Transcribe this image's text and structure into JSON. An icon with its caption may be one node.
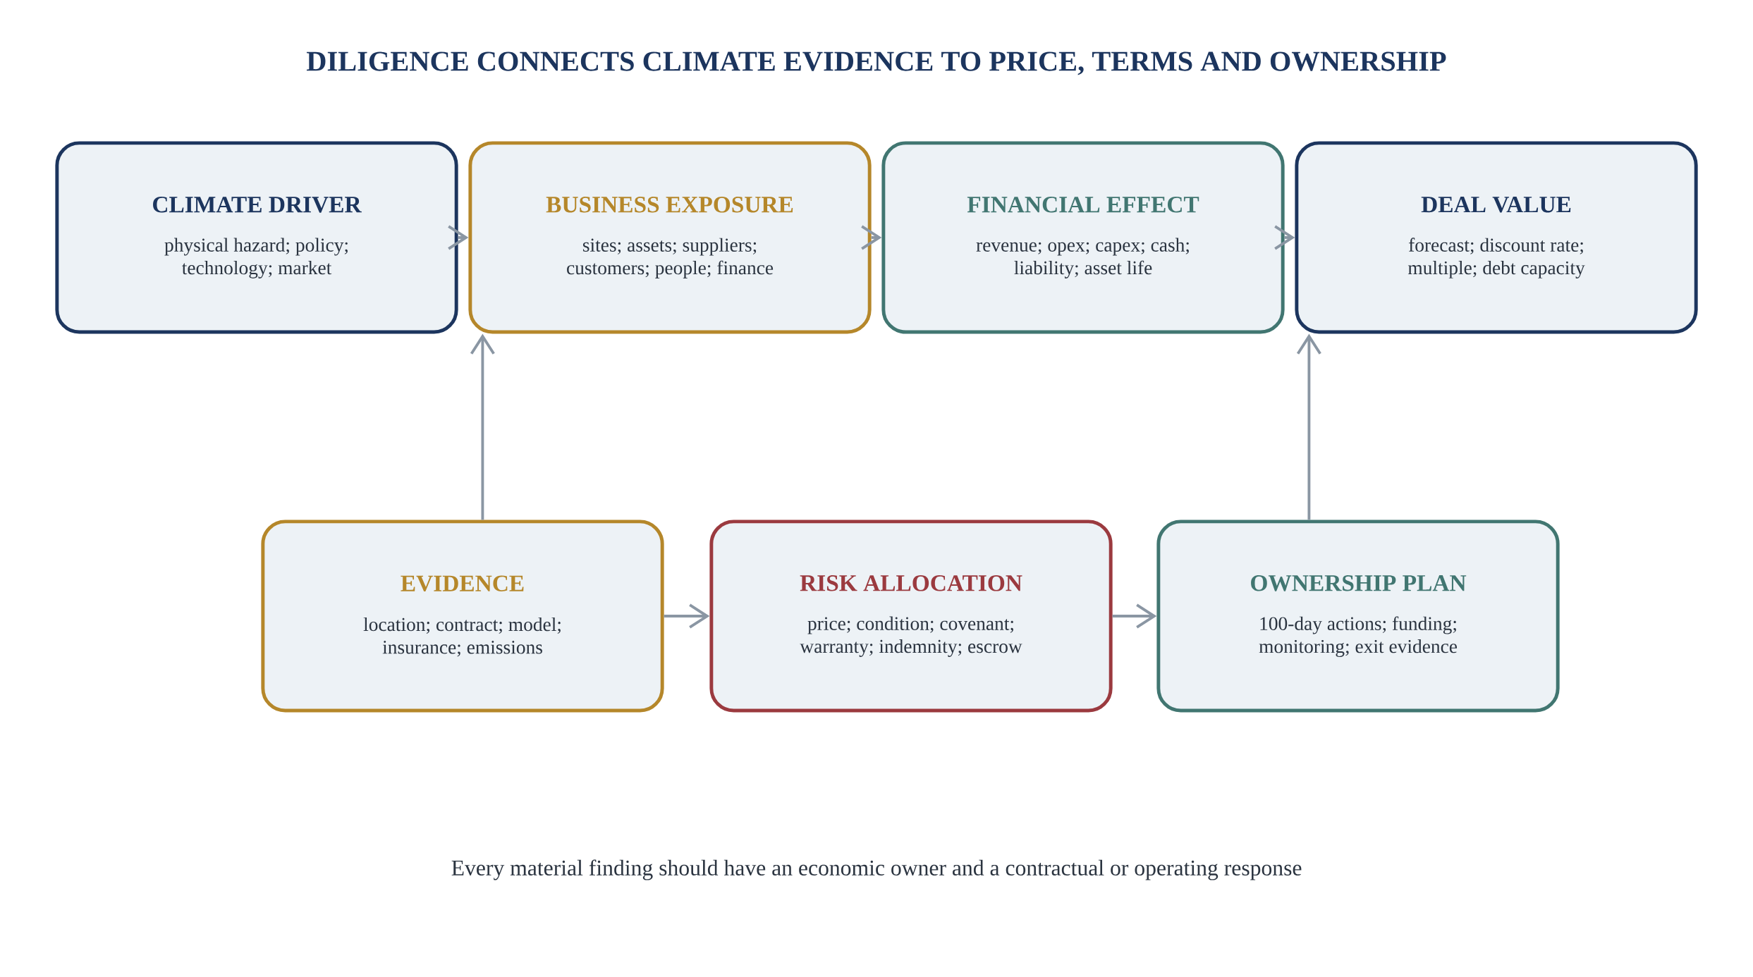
{
  "diagram": {
    "title": "DILIGENCE CONNECTS CLIMATE EVIDENCE TO PRICE, TERMS AND OWNERSHIP",
    "caption": "Every material finding should have an economic owner and a contractual or operating response",
    "nodes": [
      {
        "text": [
          "CLIMATE DRIVER",
          "physical hazard; policy; technology; market"
        ]
      },
      {
        "text": [
          "BUSINESS EXPOSURE",
          "sites; assets; suppliers; customers; people; finance"
        ]
      },
      {
        "text": [
          "FINANCIAL EFFECT",
          "revenue; opex; capex; cash; liability; asset life"
        ]
      },
      {
        "text": [
          "DEAL VALUE",
          "forecast; discount rate; multiple; debt capacity"
        ]
      },
      {
        "text": [
          "EVIDENCE",
          "location; contract; model; insurance; emissions"
        ]
      },
      {
        "text": [
          "RISK ALLOCATION",
          "price; condition; covenant; warranty; indemnity; escrow"
        ]
      },
      {
        "text": [
          "OWNERSHIP PLAN",
          "100-day actions; funding; monitoring; exit evidence"
        ]
      }
    ],
    "edges": [
      {
        "from": 0,
        "to": 1,
        "arrow": "to"
      },
      {
        "from": 1,
        "to": 2,
        "arrow": "to"
      },
      {
        "from": 2,
        "to": 3,
        "arrow": "to"
      },
      {
        "from": 4,
        "to": 1,
        "arrow": "to"
      },
      {
        "from": 4,
        "to": 5,
        "arrow": "to"
      },
      {
        "from": 5,
        "to": 6,
        "arrow": "to"
      },
      {
        "from": 6,
        "to": 3,
        "arrow": "to"
      }
    ]
  }
}
